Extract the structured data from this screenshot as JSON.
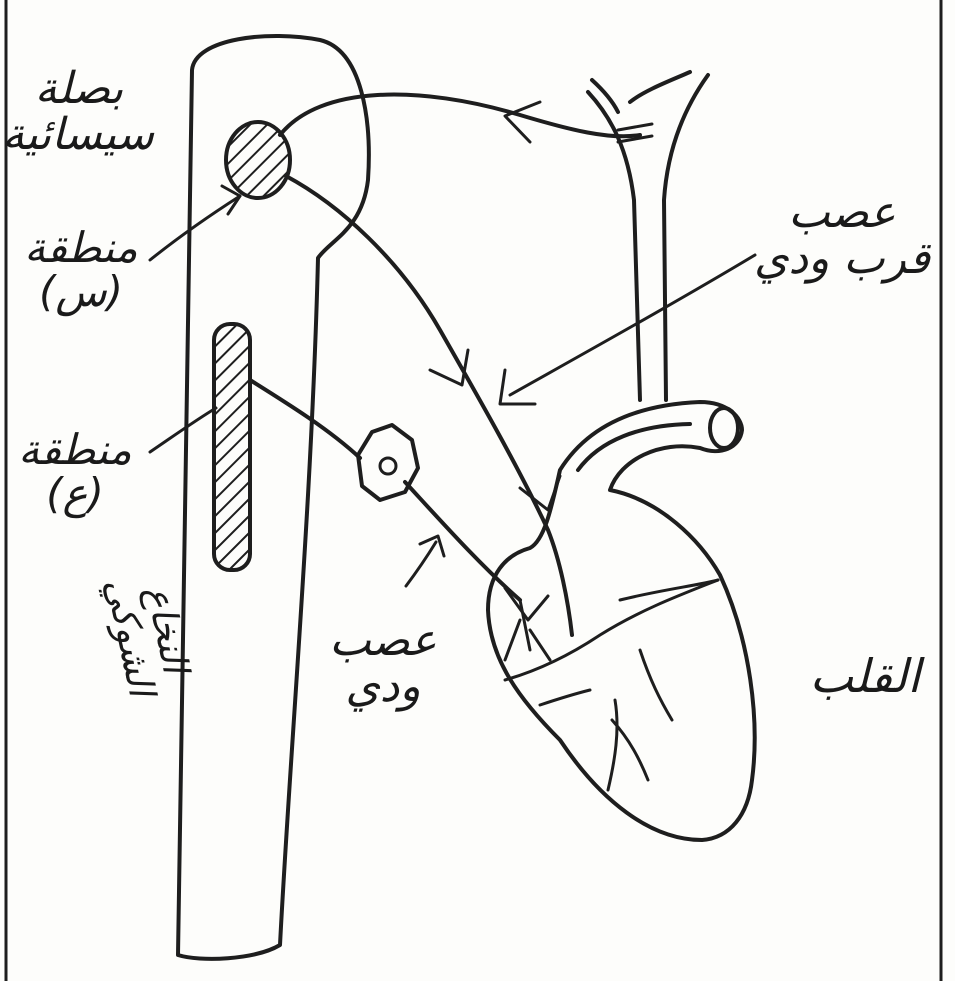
{
  "labels": {
    "medulla": [
      "بصلة",
      "سيسائية"
    ],
    "region_s": [
      "منطقة",
      "(س)"
    ],
    "region_e": [
      "منطقة",
      "(ع)"
    ],
    "spinal_cord": [
      "النخاع",
      "الشوكي"
    ],
    "sympathetic_nerve": [
      "عصب",
      "ودي"
    ],
    "parasympathetic_nerve": [
      "عصب",
      "قرب ودي"
    ],
    "heart": "القلب"
  },
  "colors": {
    "ink": "#1e1e1e",
    "paper": "#fdfdfb"
  }
}
